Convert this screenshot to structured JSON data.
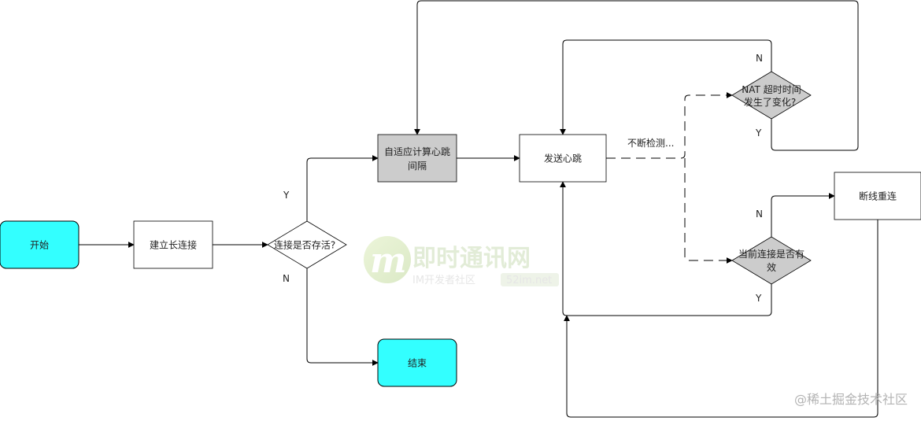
{
  "nodes": {
    "start": {
      "text": "开始",
      "color": "#33ffff"
    },
    "establish": {
      "text": "建立长连接"
    },
    "alive_check": {
      "text": "连接是否存活?"
    },
    "adaptive": {
      "line1": "自适应计算心跳",
      "line2": "间隔",
      "color": "#cccccc"
    },
    "send_heartbeat": {
      "text": "发送心跳"
    },
    "nat_check": {
      "line1": "NAT 超时时间",
      "line2": "发生了变化?",
      "color": "#cccccc"
    },
    "valid_check": {
      "line1": "当前连接是否有",
      "line2": "效",
      "color": "#cccccc"
    },
    "reconnect": {
      "text": "断线重连"
    },
    "end": {
      "text": "结束",
      "color": "#33ffff"
    }
  },
  "edge_labels": {
    "alive_yes": "Y",
    "alive_no": "N",
    "nat_no": "N",
    "nat_yes": "Y",
    "valid_no": "N",
    "valid_yes": "Y",
    "monitoring": "不断检测..."
  },
  "watermark": {
    "brand": "即时通讯网",
    "sub": "IM开发者社区",
    "site": "52im.net",
    "logo_letter": "m"
  },
  "credit": "@稀土掘金技术社区"
}
